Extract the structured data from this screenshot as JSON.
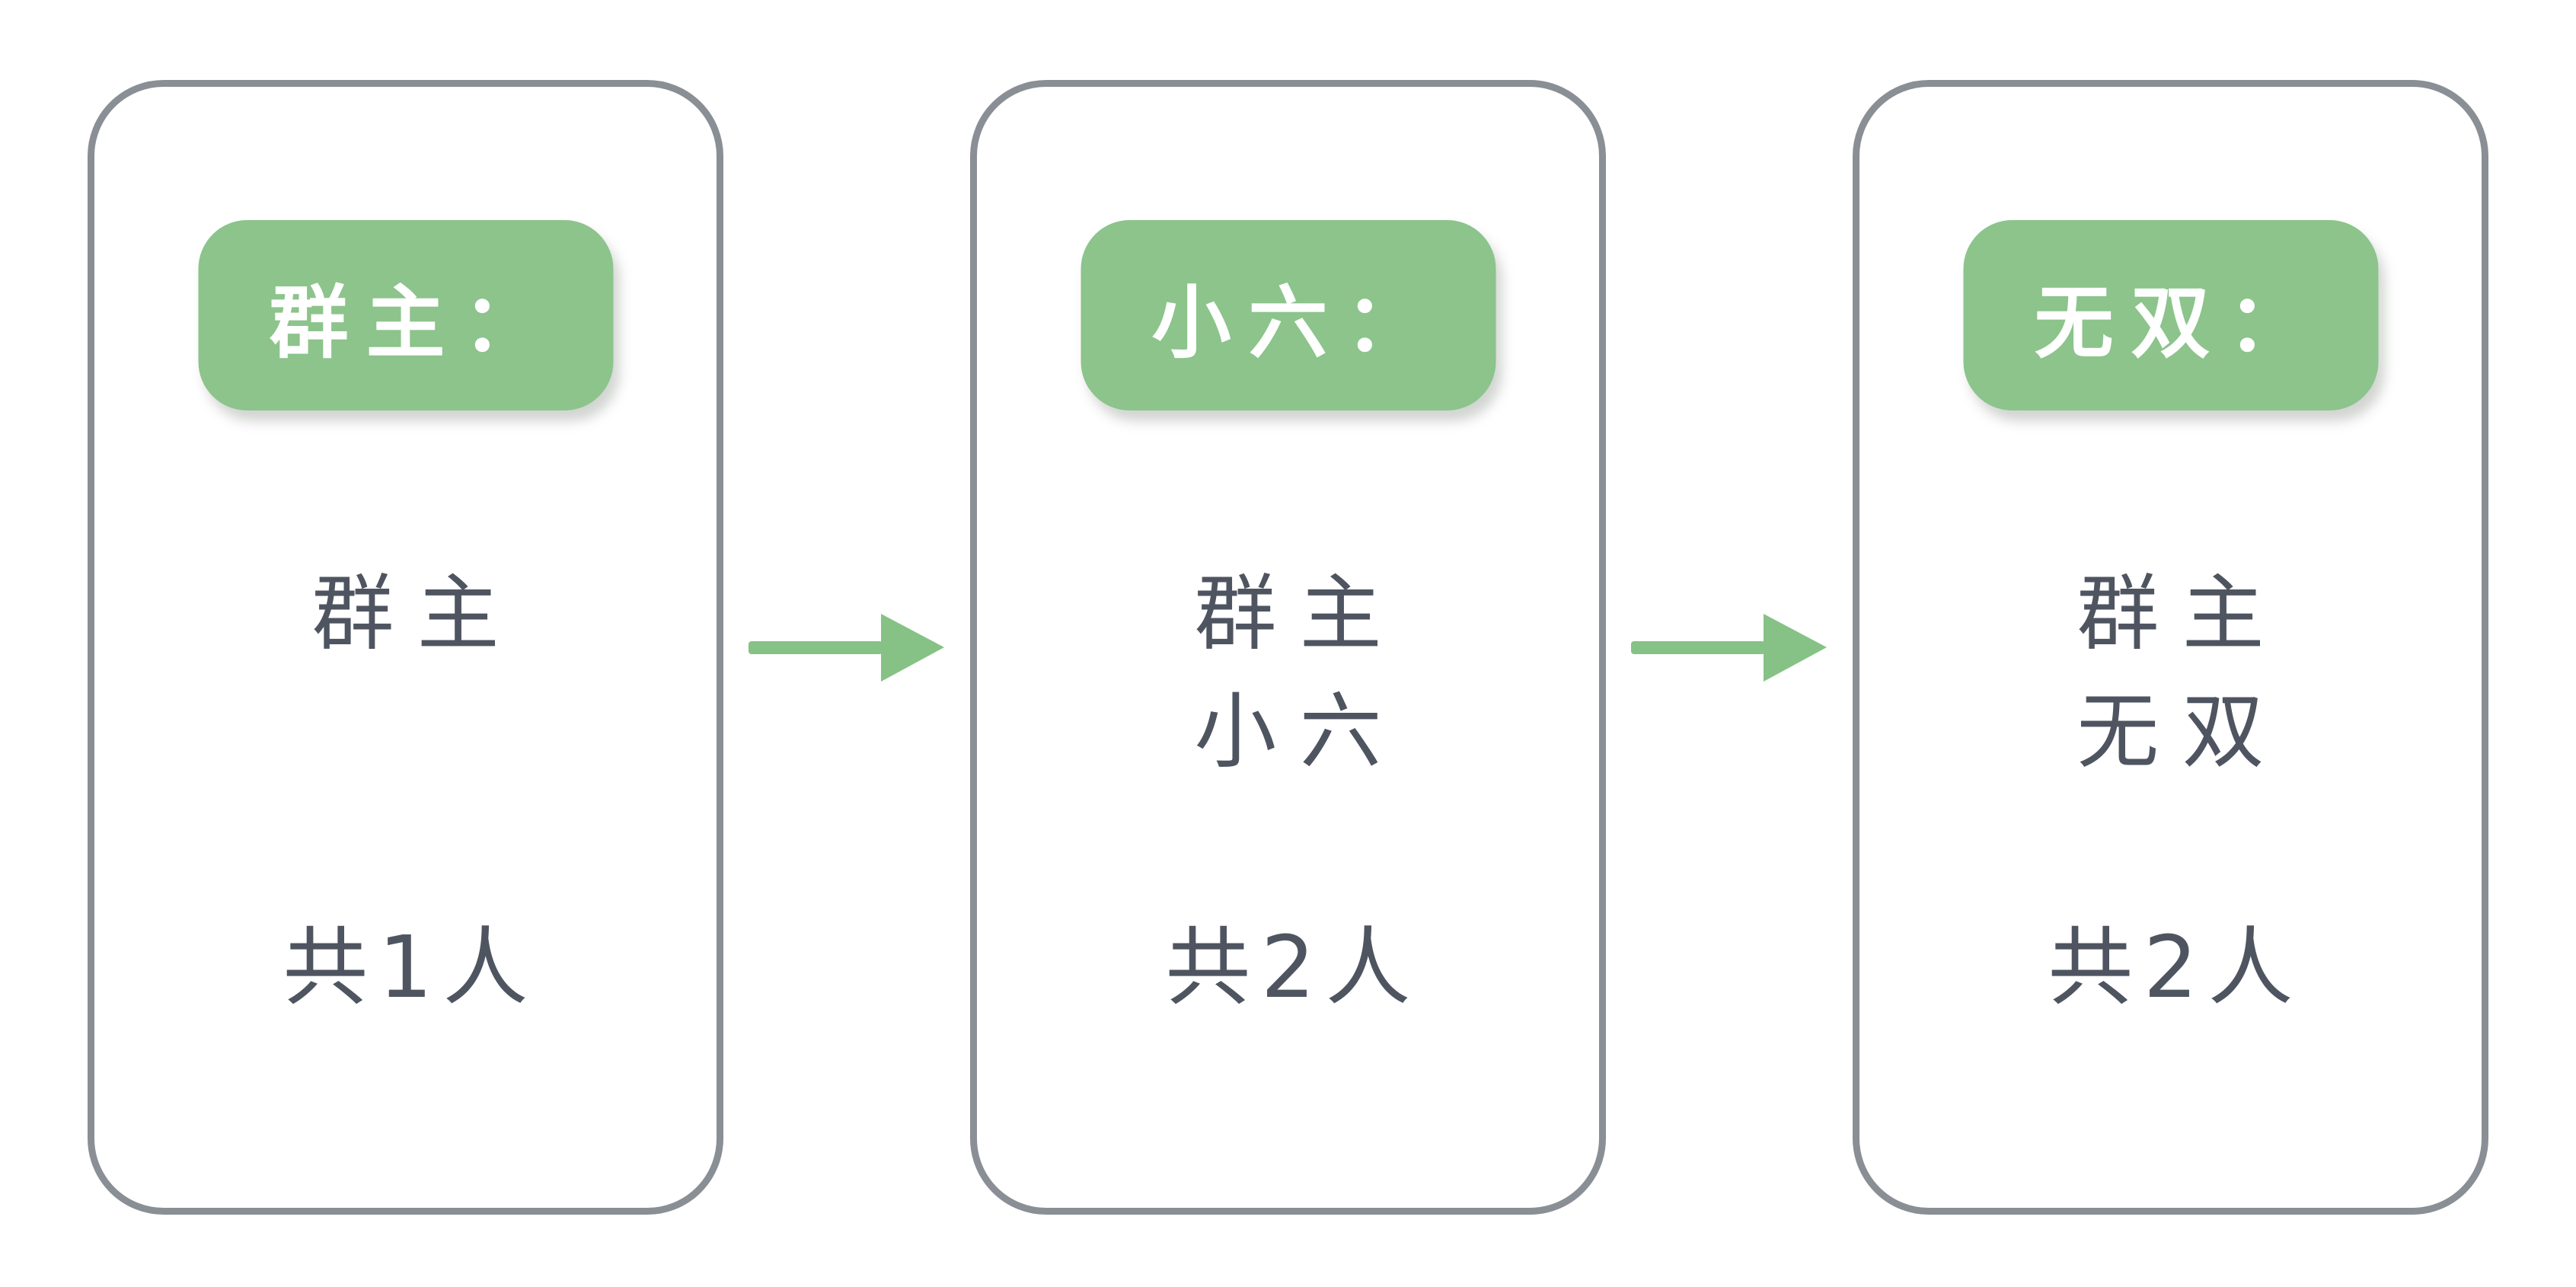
{
  "colors": {
    "badge_green": "#8cc48c",
    "arrow_green": "#86c285",
    "card_border": "#8a8e95",
    "body_text": "#4f5560",
    "badge_text": "#ffffff",
    "background": "#ffffff"
  },
  "diagram": {
    "steps": [
      {
        "badge": "群主：",
        "members": [
          "群主"
        ],
        "count": "共1人"
      },
      {
        "badge": "小六：",
        "members": [
          "群主",
          "小六"
        ],
        "count": "共2人"
      },
      {
        "badge": "无双：",
        "members": [
          "群主",
          "无双"
        ],
        "count": "共2人"
      }
    ]
  }
}
